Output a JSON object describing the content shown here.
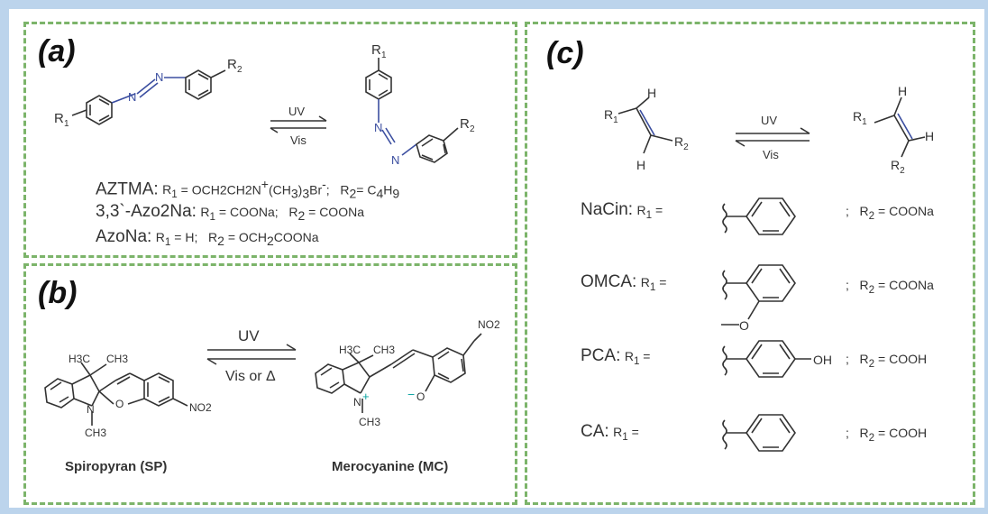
{
  "panels": {
    "a": {
      "label": "(a)",
      "r1": "R",
      "r2": "R",
      "sub1": "1",
      "sub2": "2",
      "n": "N",
      "arrow_top": "UV",
      "arrow_bottom": "Vis",
      "rows": [
        {
          "name": "AZTMA:",
          "r1_label": "R",
          "r1_sub": "1",
          "r1_value": "= OCH",
          "detail": "2CH2N+(CH3)3Br-",
          "r2_value": "= C",
          "r2_detail": "4H9"
        },
        {
          "name": "3,3`-Azo2Na:",
          "r1_value": "= COONa;",
          "r2_value": "= COONa"
        },
        {
          "name": "AzoNa:",
          "r1_value": "= H;",
          "r2_value": "= OCH",
          "r2_detail": "2COONa"
        }
      ]
    },
    "b": {
      "label": "(b)",
      "arrow_top": "UV",
      "arrow_bottom": "Vis or Δ",
      "sp_name": "Spiropyran (SP)",
      "mc_name": "Merocyanine (MC)",
      "h3c": "H3C",
      "ch3": "CH3",
      "no2": "NO2",
      "n": "N",
      "o": "O"
    },
    "c": {
      "label": "(c)",
      "arrow_top": "UV",
      "arrow_bottom": "Vis",
      "h": "H",
      "rows": [
        {
          "name": "NaCin:",
          "r2_value": "= COONa"
        },
        {
          "name": "OMCA:",
          "r2_value": "= COONa"
        },
        {
          "name": "PCA:",
          "r2_value": "= COOH",
          "oh": "OH"
        },
        {
          "name": "CA:",
          "r2_value": "= COOH"
        }
      ]
    }
  }
}
